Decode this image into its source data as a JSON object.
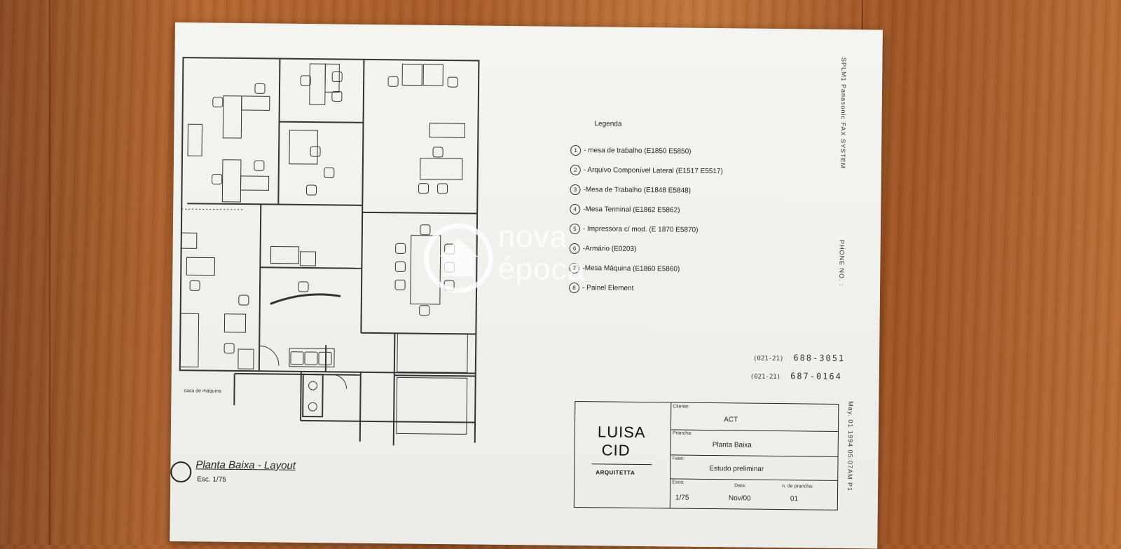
{
  "legend": {
    "title": "Legenda",
    "items": [
      {
        "num": "1",
        "text": "- mesa de trabalho (E1850 E5850)"
      },
      {
        "num": "2",
        "text": "- Arquivo Componível Lateral (E1517 E5517)"
      },
      {
        "num": "3",
        "text": "-Mesa de Trabalho (E1848 E5848)"
      },
      {
        "num": "4",
        "text": "-Mesa Terminal (E1862 E5862)"
      },
      {
        "num": "5",
        "text": "- Impressora c/ mod. (E 1870 E5870)"
      },
      {
        "num": "6",
        "text": "-Armário (E0203)"
      },
      {
        "num": "7",
        "text": "-Mesa Máquina (E1860 E5860)"
      },
      {
        "num": "8",
        "text": "- Painel Element"
      }
    ]
  },
  "fax_header": "SPLM1 Panasonic FAX SYSTEM",
  "phone_label": "PHONE NO. :",
  "fax_timestamp": "May. 01 1994 05:07AM P1",
  "phones": [
    {
      "prefix": "(021-21)",
      "number": "688-3051"
    },
    {
      "prefix": "(021-21)",
      "number": "687-0164"
    }
  ],
  "plan": {
    "title": "Planta Baixa - Layout",
    "scale": "Esc. 1/75",
    "room_label": "casa de máquina"
  },
  "titleblock": {
    "logo_line1": "LUISA",
    "logo_line2": "CID",
    "logo_line3": "ARQUITETTA",
    "cliente_label": "Cliente:",
    "cliente_value": "ACT",
    "prancha_label": "Prancha:",
    "prancha_value": "Planta Baixa",
    "fase_label": "Fase:",
    "fase_value": "Estudo preliminar",
    "escala_label": "Esca:",
    "escala_value": "1/75",
    "data_label": "Data:",
    "data_value": "Nov/00",
    "num_label": "n. de prancha:",
    "num_value": "01"
  },
  "watermark": {
    "line1": "nova",
    "line2": "época"
  }
}
